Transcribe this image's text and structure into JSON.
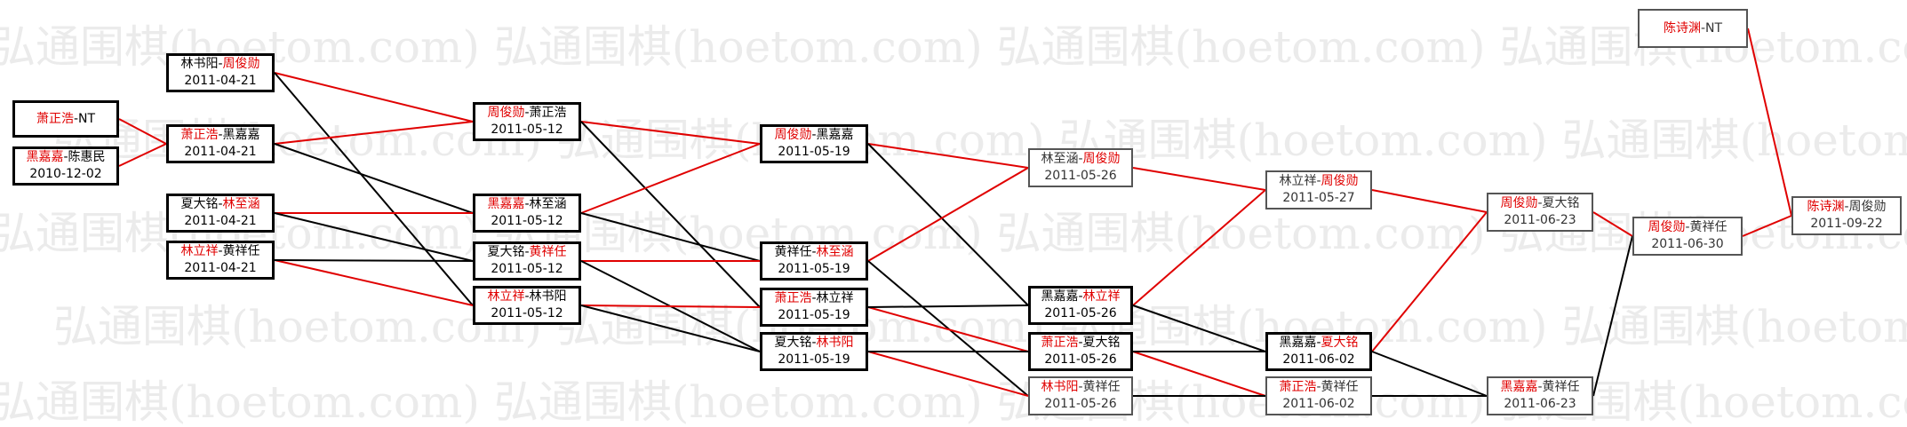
{
  "watermark": "弘通围棋(hoetom.com)",
  "colors": {
    "winner": "#e00000",
    "line_win": "#e00000",
    "line_loss": "#000000"
  },
  "nodes": [
    {
      "id": "n1",
      "a": "萧正浩",
      "b": "NT",
      "date": "",
      "winner": "a",
      "style": "thick"
    },
    {
      "id": "n2",
      "a": "黑嘉嘉",
      "b": "陈惠民",
      "date": "2010-12-02",
      "winner": "a",
      "style": "thick"
    },
    {
      "id": "n3",
      "a": "林书阳",
      "b": "周俊勋",
      "date": "2011-04-21",
      "winner": "b",
      "style": "thick"
    },
    {
      "id": "n4",
      "a": "萧正浩",
      "b": "黑嘉嘉",
      "date": "2011-04-21",
      "winner": "a",
      "style": "thick"
    },
    {
      "id": "n5",
      "a": "夏大铭",
      "b": "林至涵",
      "date": "2011-04-21",
      "winner": "b",
      "style": "thick"
    },
    {
      "id": "n6",
      "a": "林立祥",
      "b": "黄祥任",
      "date": "2011-04-21",
      "winner": "a",
      "style": "thick"
    },
    {
      "id": "n7",
      "a": "周俊勋",
      "b": "萧正浩",
      "date": "2011-05-12",
      "winner": "a",
      "style": "thick"
    },
    {
      "id": "n8",
      "a": "黑嘉嘉",
      "b": "林至涵",
      "date": "2011-05-12",
      "winner": "a",
      "style": "thick"
    },
    {
      "id": "n9",
      "a": "夏大铭",
      "b": "黄祥任",
      "date": "2011-05-12",
      "winner": "b",
      "style": "thick"
    },
    {
      "id": "n10",
      "a": "林立祥",
      "b": "林书阳",
      "date": "2011-05-12",
      "winner": "a",
      "style": "thick"
    },
    {
      "id": "n11",
      "a": "周俊勋",
      "b": "黑嘉嘉",
      "date": "2011-05-19",
      "winner": "a",
      "style": "thick"
    },
    {
      "id": "n12",
      "a": "黄祥任",
      "b": "林至涵",
      "date": "2011-05-19",
      "winner": "b",
      "style": "thick"
    },
    {
      "id": "n13",
      "a": "萧正浩",
      "b": "林立祥",
      "date": "2011-05-19",
      "winner": "a",
      "style": "thick"
    },
    {
      "id": "n14",
      "a": "夏大铭",
      "b": "林书阳",
      "date": "2011-05-19",
      "winner": "b",
      "style": "thick"
    },
    {
      "id": "n15",
      "a": "林至涵",
      "b": "周俊勋",
      "date": "2011-05-26",
      "winner": "b",
      "style": "thin"
    },
    {
      "id": "n16",
      "a": "黑嘉嘉",
      "b": "林立祥",
      "date": "2011-05-26",
      "winner": "b",
      "style": "thick"
    },
    {
      "id": "n17",
      "a": "萧正浩",
      "b": "夏大铭",
      "date": "2011-05-26",
      "winner": "a",
      "style": "thick"
    },
    {
      "id": "n18",
      "a": "林书阳",
      "b": "黄祥任",
      "date": "2011-05-26",
      "winner": "a",
      "style": "thin"
    },
    {
      "id": "n19",
      "a": "林立祥",
      "b": "周俊勋",
      "date": "2011-05-27",
      "winner": "b",
      "style": "thin"
    },
    {
      "id": "n20",
      "a": "黑嘉嘉",
      "b": "夏大铭",
      "date": "2011-06-02",
      "winner": "b",
      "style": "thick"
    },
    {
      "id": "n21",
      "a": "萧正浩",
      "b": "黄祥任",
      "date": "2011-06-02",
      "winner": "a",
      "style": "thin"
    },
    {
      "id": "n22",
      "a": "周俊勋",
      "b": "夏大铭",
      "date": "2011-06-23",
      "winner": "a",
      "style": "thin"
    },
    {
      "id": "n23",
      "a": "黑嘉嘉",
      "b": "黄祥任",
      "date": "2011-06-23",
      "winner": "a",
      "style": "thin"
    },
    {
      "id": "n24",
      "a": "周俊勋",
      "b": "黄祥任",
      "date": "2011-06-30",
      "winner": "a",
      "style": "thin"
    },
    {
      "id": "n25",
      "a": "陈诗渊",
      "b": "NT",
      "date": "",
      "winner": "a",
      "style": "thin"
    },
    {
      "id": "n26",
      "a": "陈诗渊",
      "b": "周俊勋",
      "date": "2011-09-22",
      "winner": "a",
      "style": "thin"
    }
  ],
  "edges": [
    {
      "from": "n1",
      "to": "n4",
      "win": true
    },
    {
      "from": "n2",
      "to": "n4",
      "win": true
    },
    {
      "from": "n3",
      "to": "n7",
      "win": true
    },
    {
      "from": "n3",
      "to": "n10",
      "win": false
    },
    {
      "from": "n4",
      "to": "n7",
      "win": true
    },
    {
      "from": "n4",
      "to": "n8",
      "win": false
    },
    {
      "from": "n5",
      "to": "n8",
      "win": true
    },
    {
      "from": "n5",
      "to": "n9",
      "win": false
    },
    {
      "from": "n6",
      "to": "n10",
      "win": true
    },
    {
      "from": "n6",
      "to": "n9",
      "win": false
    },
    {
      "from": "n7",
      "to": "n11",
      "win": true
    },
    {
      "from": "n7",
      "to": "n13",
      "win": false
    },
    {
      "from": "n8",
      "to": "n11",
      "win": true
    },
    {
      "from": "n8",
      "to": "n12",
      "win": false
    },
    {
      "from": "n9",
      "to": "n12",
      "win": true
    },
    {
      "from": "n9",
      "to": "n14",
      "win": false
    },
    {
      "from": "n10",
      "to": "n13",
      "win": true
    },
    {
      "from": "n10",
      "to": "n14",
      "win": false
    },
    {
      "from": "n11",
      "to": "n15",
      "win": true
    },
    {
      "from": "n11",
      "to": "n16",
      "win": false
    },
    {
      "from": "n12",
      "to": "n15",
      "win": true
    },
    {
      "from": "n12",
      "to": "n18",
      "win": false
    },
    {
      "from": "n13",
      "to": "n17",
      "win": true
    },
    {
      "from": "n13",
      "to": "n16",
      "win": false
    },
    {
      "from": "n14",
      "to": "n18",
      "win": true
    },
    {
      "from": "n14",
      "to": "n17",
      "win": false
    },
    {
      "from": "n15",
      "to": "n19",
      "win": true
    },
    {
      "from": "n16",
      "to": "n19",
      "win": true
    },
    {
      "from": "n16",
      "to": "n20",
      "win": false
    },
    {
      "from": "n17",
      "to": "n21",
      "win": true
    },
    {
      "from": "n17",
      "to": "n20",
      "win": false
    },
    {
      "from": "n18",
      "to": "n21",
      "win": false
    },
    {
      "from": "n19",
      "to": "n22",
      "win": true
    },
    {
      "from": "n20",
      "to": "n22",
      "win": true
    },
    {
      "from": "n20",
      "to": "n23",
      "win": false
    },
    {
      "from": "n21",
      "to": "n23",
      "win": false
    },
    {
      "from": "n22",
      "to": "n24",
      "win": true
    },
    {
      "from": "n23",
      "to": "n24",
      "win": false
    },
    {
      "from": "n24",
      "to": "n26",
      "win": true
    },
    {
      "from": "n25",
      "to": "n26",
      "win": true
    }
  ]
}
